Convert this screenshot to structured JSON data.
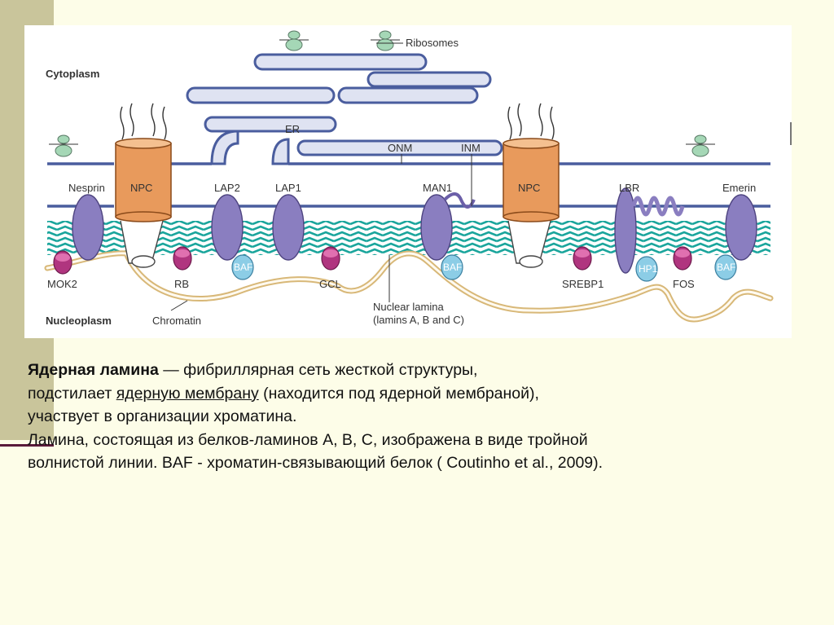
{
  "figure": {
    "labels": {
      "ribosomes": "Ribosomes",
      "cytoplasm": "Cytoplasm",
      "er": "ER",
      "onm": "ONM",
      "inm": "INM",
      "nesprin": "Nesprin",
      "npc_left": "NPC",
      "npc_right": "NPC",
      "lap2": "LAP2",
      "lap1": "LAP1",
      "man1": "MAN1",
      "lbr": "LBR",
      "emerin": "Emerin",
      "mok2": "MOK2",
      "rb": "RB",
      "baf_1": "BAF",
      "baf_2": "BAF",
      "baf_3": "BAF",
      "gcl": "GCL",
      "srebp1": "SREBP1",
      "hp1": "HP1",
      "fos": "FOS",
      "nucleoplasm": "Nucleoplasm",
      "chromatin": "Chromatin",
      "lamina_line1": "Nuclear lamina",
      "lamina_line2": "(lamins A, B and C)"
    },
    "colors": {
      "membrane": "#4a5d9e",
      "er_fill": "#dfe3f2",
      "protein": "#8a7ec0",
      "npc": "#e89a5c",
      "magenta": "#b0357f",
      "baf": "#8ccde6",
      "lamina": "#1aa59c",
      "ribosome": "#a5d7b6",
      "chromatin": "#d8b878"
    }
  },
  "caption": {
    "l1_bold": "Ядерная ламина",
    "l1_rest": " — фибриллярная сеть жесткой структуры,",
    "l2_pre": "подстилает ",
    "l2_link": "ядерную мембрану",
    "l2_post": " (находится под ядерной мембраной),",
    "l3": "участвует в организации хроматина.",
    "l4": "Ламина, состоящая из белков-ламинов А, В, С, изображена в виде тройной",
    "l5": "волнистой линии. BAF - хроматин-связывающий белок ( Coutinho et al., 2009)."
  }
}
